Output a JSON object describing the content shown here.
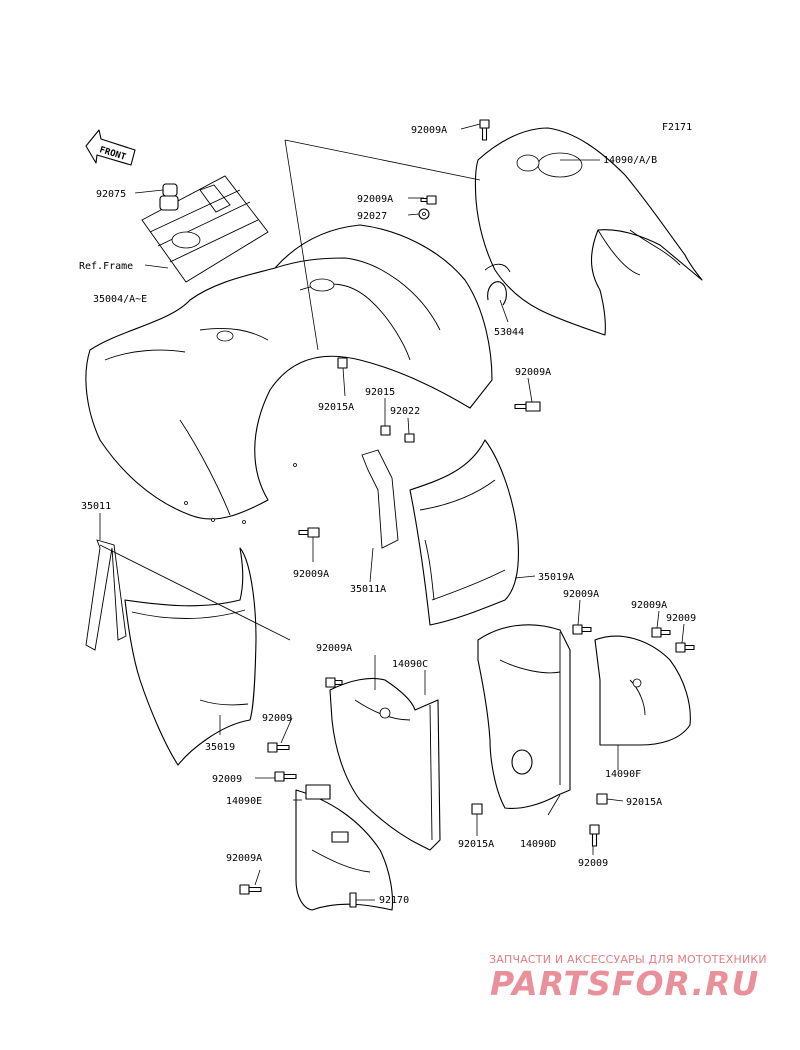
{
  "diagram_code": "F2171",
  "front_arrow_label": "FRONT",
  "callouts": {
    "c92009A_top": "92009A",
    "c14090AB": "14090/A/B",
    "c92075": "92075",
    "c92009A_2": "92009A",
    "c92027": "92027",
    "c_ref_frame": "Ref.Frame",
    "c35004": "35004/A~E",
    "c53044": "53044",
    "c92009A_right": "92009A",
    "c92015": "92015",
    "c92022": "92022",
    "c92015A_top": "92015A",
    "c35011": "35011",
    "c92009A_mid": "92009A",
    "c35011A": "35011A",
    "c35019A": "35019A",
    "c92009A_r1": "92009A",
    "c92009A_r2": "92009A",
    "c92009_r": "92009",
    "c92009A_lc": "92009A",
    "c14090C": "14090C",
    "c92009_l1": "92009",
    "c92009_l2": "92009",
    "c14090E": "14090E",
    "c35019": "35019",
    "c14090F": "14090F",
    "c92015A_r": "92015A",
    "c92015A_m": "92015A",
    "c14090D": "14090D",
    "c92009_b": "92009",
    "c92009A_b": "92009A",
    "c92170": "92170"
  },
  "watermark": {
    "tagline": "ЗАПЧАСТИ И АКСЕССУАРЫ ДЛЯ МОТОТЕХНИКИ",
    "logo": "PARTSFOR.RU"
  }
}
